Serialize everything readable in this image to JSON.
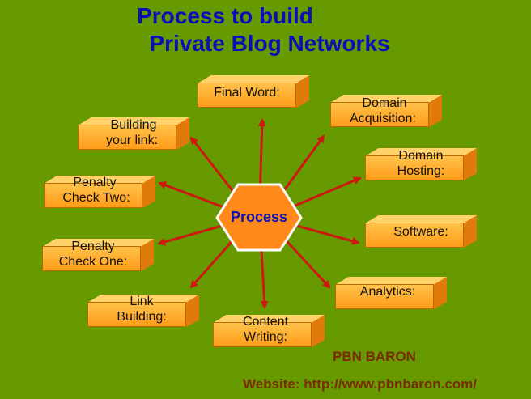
{
  "title_line1": "Process to build",
  "title_line2": "Private Blog Networks",
  "center": "Process",
  "nodes": [
    {
      "id": "final-word",
      "line1": "Final Word:",
      "line2": ""
    },
    {
      "id": "domain-acquisition",
      "line1": "Domain",
      "line2": "Acquisition:"
    },
    {
      "id": "domain-hosting",
      "line1": "Domain",
      "line2": "Hosting:"
    },
    {
      "id": "software",
      "line1": "Software:",
      "line2": ""
    },
    {
      "id": "analytics",
      "line1": "Analytics:",
      "line2": ""
    },
    {
      "id": "content-writing",
      "line1": "Content",
      "line2": "Writing:"
    },
    {
      "id": "link-building",
      "line1": "Link",
      "line2": "Building:"
    },
    {
      "id": "penalty-check-one",
      "line1": "Penalty",
      "line2": "Check One:"
    },
    {
      "id": "penalty-check-two",
      "line1": "Penalty",
      "line2": "Check Two:"
    },
    {
      "id": "building-your-link",
      "line1": "Building",
      "line2": "your link:"
    }
  ],
  "brand": "PBN BARON",
  "website": "Website: http://www.pbnbaron.com/",
  "colors": {
    "background": "#669a00",
    "title": "#0a10b8",
    "arrow": "#cc1a10",
    "box": "#ffb030",
    "footer": "#7a2a00"
  }
}
